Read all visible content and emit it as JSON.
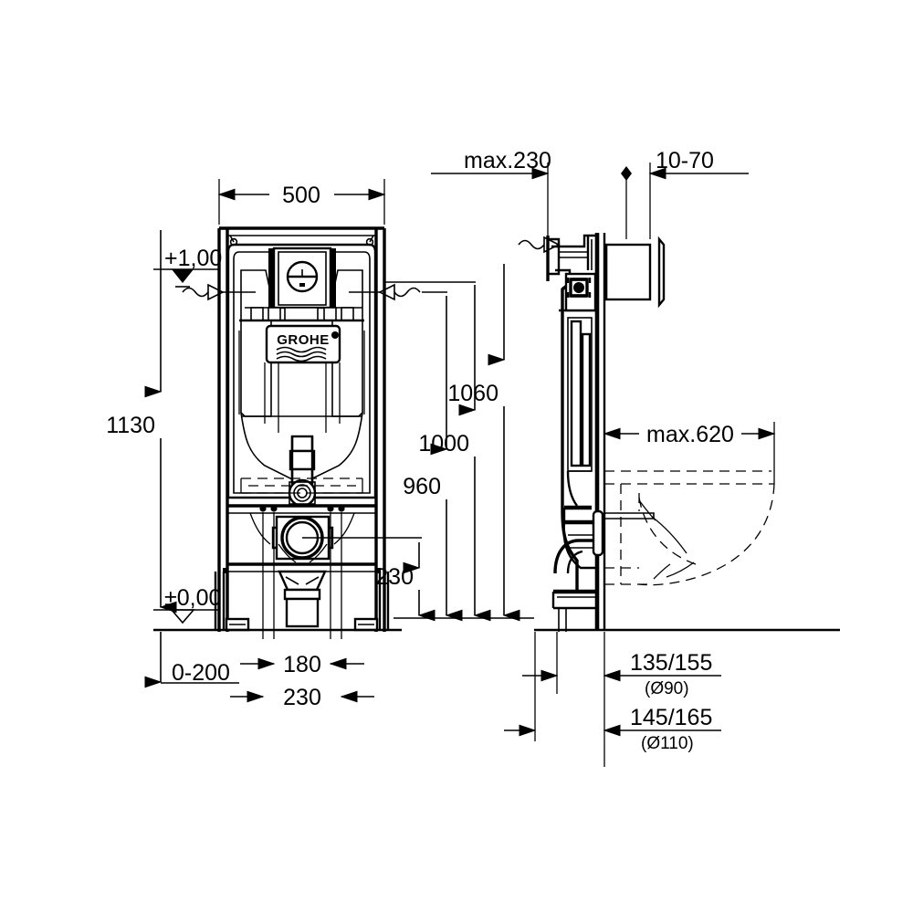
{
  "document": {
    "type": "technical-dimension-drawing",
    "subject": "GROHE concealed cistern installation frame (front view, side view, WC bowl outline)",
    "brand": "GROHE",
    "units": "millimetres",
    "line_color": "#000000",
    "background_color": "#ffffff"
  },
  "front_view": {
    "width_dimension": "500",
    "height_dimension": "1130",
    "top_level_marker": "+1,00",
    "floor_level_marker": "±0,00",
    "foot_adjust_dimension": "0-200",
    "outlet_offset_dimension": "180",
    "outlet_spacing_dimension": "230",
    "logo_label": "GROHE"
  },
  "vertical_chain": {
    "d230": "230",
    "d960": "960",
    "d1000": "1000",
    "d1060": "1060"
  },
  "side_view": {
    "top_offset": "max.230",
    "plate_projection": "10-70",
    "bowl_projection": "max.620",
    "outlet_90": "135/155",
    "outlet_90_dia": "(Ø90)",
    "outlet_110": "145/165",
    "outlet_110_dia": "(Ø110)"
  }
}
